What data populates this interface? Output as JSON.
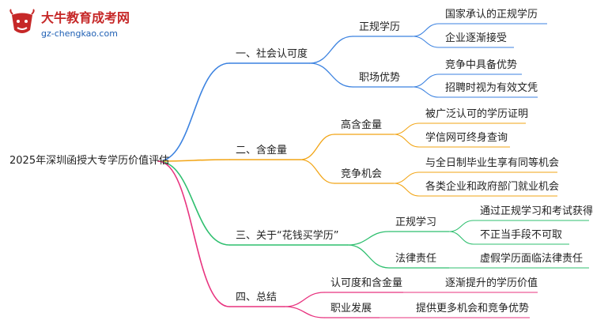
{
  "logo": {
    "name": "大牛教育成考网",
    "url": "gz-chengkao.com",
    "name_color": "#c62828",
    "url_color": "#1e5fb4"
  },
  "root": "2025年深圳函授大专学历价值评估",
  "branches": [
    {
      "label": "一、社会认可度",
      "color": "#3b82e0",
      "children": [
        {
          "label": "正规学历",
          "leaves": [
            "国家承认的正规学历",
            "企业逐渐接受"
          ]
        },
        {
          "label": "职场优势",
          "leaves": [
            "竞争中具备优势",
            "招聘时视为有效文凭"
          ]
        }
      ]
    },
    {
      "label": "二、含金量",
      "color": "#f2a516",
      "children": [
        {
          "label": "高含金量",
          "leaves": [
            "被广泛认可的学历证明",
            "学信网可终身查询"
          ]
        },
        {
          "label": "竞争机会",
          "leaves": [
            "与全日制毕业生享有同等机会",
            "各类企业和政府部门就业机会"
          ]
        }
      ]
    },
    {
      "label": "三、关于“花钱买学历”",
      "color": "#2fbf6f",
      "children": [
        {
          "label": "正规学习",
          "leaves": [
            "通过正规学习和考试获得",
            "不正当手段不可取"
          ]
        },
        {
          "label": "法律责任",
          "leaves": [
            "虚假学历面临法律责任"
          ]
        }
      ]
    },
    {
      "label": "四、总结",
      "color": "#e8337f",
      "children": [
        {
          "label": "认可度和含金量",
          "leaves": [
            "逐渐提升的学历价值"
          ]
        },
        {
          "label": "职业发展",
          "leaves": [
            "提供更多机会和竞争优势"
          ]
        }
      ]
    }
  ]
}
